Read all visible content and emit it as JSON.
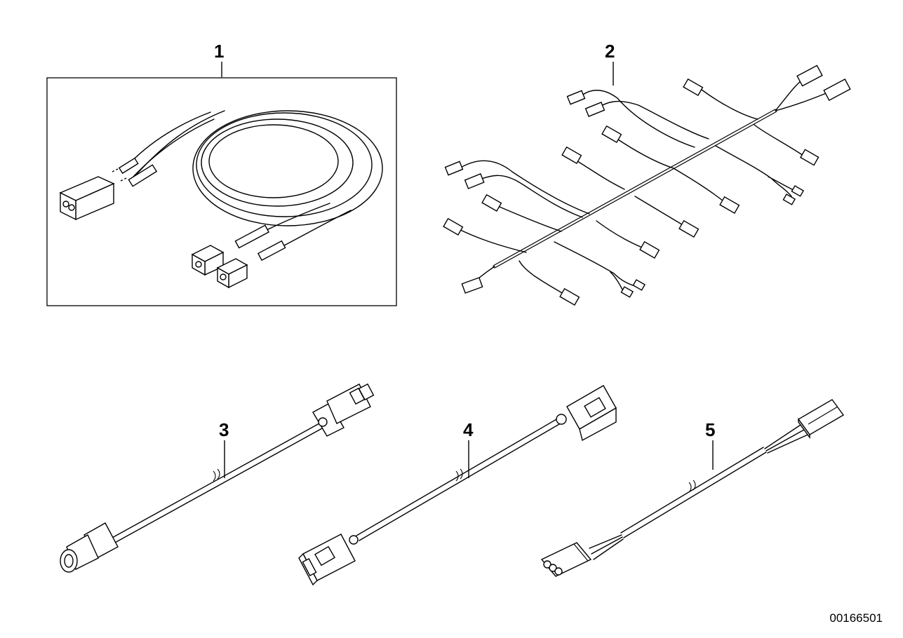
{
  "diagram": {
    "callouts": [
      "1",
      "2",
      "3",
      "4",
      "5"
    ],
    "reference_number": "00166501"
  }
}
